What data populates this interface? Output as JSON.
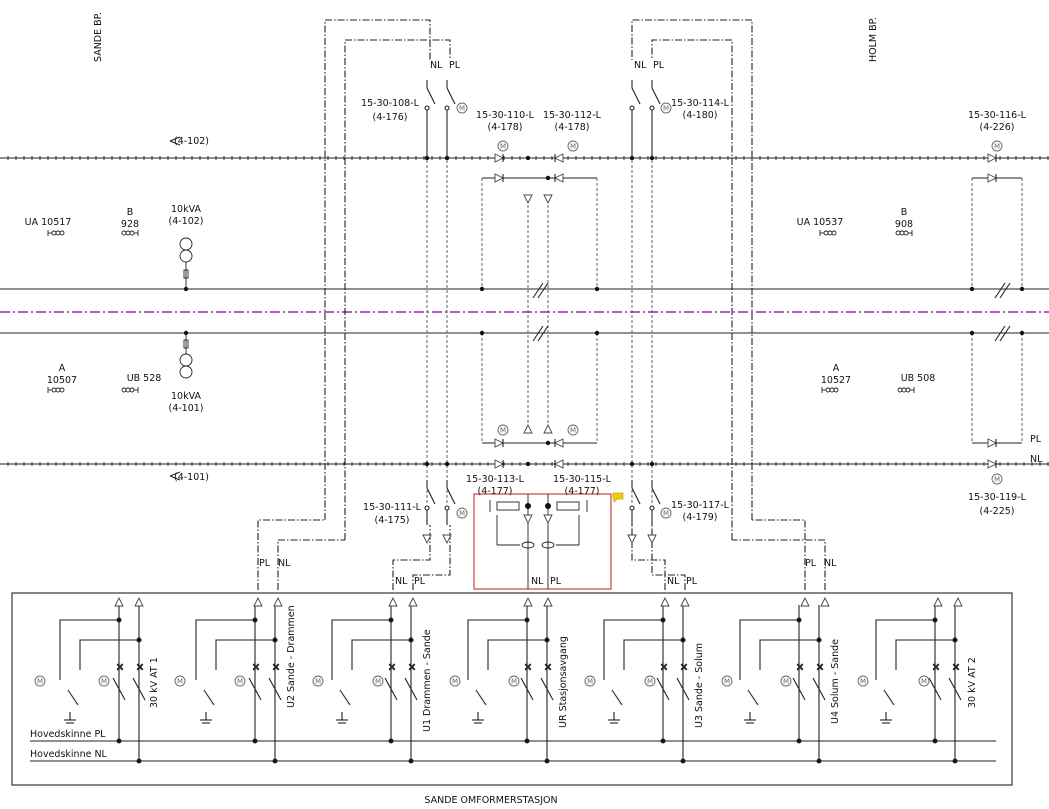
{
  "sections": {
    "left_vertical": "SANDE BP.",
    "right_vertical": "HOLM BP.",
    "bottom_title": "SANDE OMFORMERSTASJON"
  },
  "refs": {
    "top_left": "(4-102)",
    "bottom_left": "(4-101)"
  },
  "switches": {
    "s108": {
      "id": "15-30-108-L",
      "ref": "(4-176)"
    },
    "s110": {
      "id": "15-30-110-L",
      "ref": "(4-178)"
    },
    "s112": {
      "id": "15-30-112-L",
      "ref": "(4-178)"
    },
    "s114": {
      "id": "15-30-114-L",
      "ref": "(4-180)"
    },
    "s116": {
      "id": "15-30-116-L",
      "ref": "(4-226)"
    },
    "s111": {
      "id": "15-30-111-L",
      "ref": "(4-175)"
    },
    "s113": {
      "id": "15-30-113-L",
      "ref": "(4-177)"
    },
    "s115": {
      "id": "15-30-115-L",
      "ref": "(4-177)"
    },
    "s117": {
      "id": "15-30-117-L",
      "ref": "(4-179)"
    },
    "s119": {
      "id": "15-30-119-L",
      "ref": "(4-225)"
    }
  },
  "nodes": {
    "ua10517": "UA 10517",
    "b928": {
      "letter": "B",
      "num": "928"
    },
    "ua10537": "UA 10537",
    "b908": {
      "letter": "B",
      "num": "908"
    },
    "a10507": {
      "letter": "A",
      "num": "10507"
    },
    "ub528": "UB 528",
    "a10527": {
      "letter": "A",
      "num": "10527"
    },
    "ub508": "UB 508"
  },
  "transformers": {
    "top": {
      "rating": "10kVA",
      "ref": "(4-102)"
    },
    "bottom": {
      "rating": "10kVA",
      "ref": "(4-101)"
    }
  },
  "labels": {
    "nl": "NL",
    "pl": "PL",
    "motor": "M"
  },
  "bays": [
    {
      "label": "30 kV AT 1"
    },
    {
      "label": "U2 Sande - Drammen"
    },
    {
      "label": "U1 Drammen - Sande"
    },
    {
      "label": "UR Stasjonsavgang"
    },
    {
      "label": "U3 Sande - Solum"
    },
    {
      "label": "U4 Solum - Sande"
    },
    {
      "label": "30 kV AT 2"
    }
  ],
  "busbars": {
    "pl": "Hovedskinne PL",
    "nl": "Hovedskinne NL"
  },
  "colors": {
    "line": "#222222",
    "separator": "#a020c0",
    "highlight_box": "#d04040",
    "comment_icon": "#f0d000"
  }
}
